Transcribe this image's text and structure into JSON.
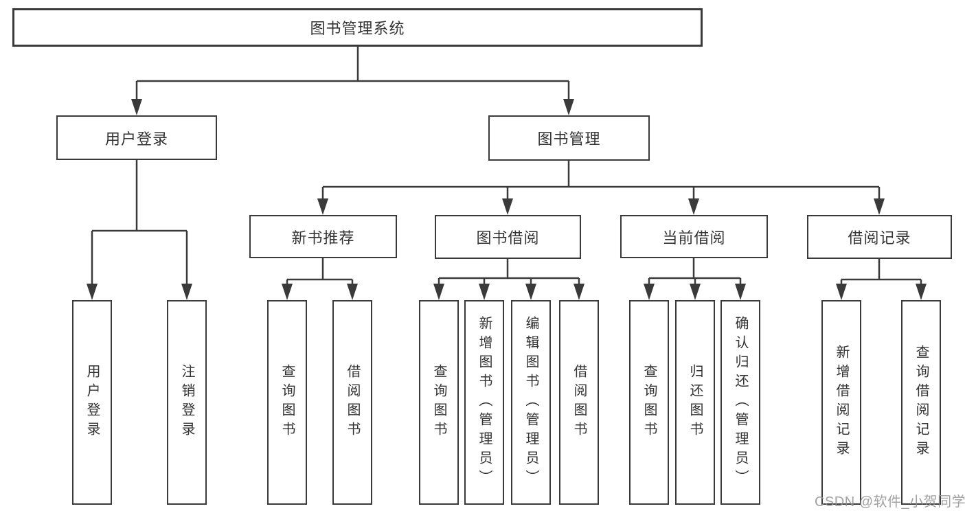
{
  "tree": {
    "label": "图书管理系统",
    "children": [
      {
        "label": "用户登录",
        "children": [
          {
            "label": "用户登录"
          },
          {
            "label": "注销登录"
          }
        ]
      },
      {
        "label": "图书管理",
        "children": [
          {
            "label": "新书推荐",
            "children": [
              {
                "label": "查询图书"
              },
              {
                "label": "借阅图书"
              }
            ]
          },
          {
            "label": "图书借阅",
            "children": [
              {
                "label": "查询图书"
              },
              {
                "label": "新增图书（管理员）"
              },
              {
                "label": "编辑图书（管理员）"
              },
              {
                "label": "借阅图书"
              }
            ]
          },
          {
            "label": "当前借阅",
            "children": [
              {
                "label": "查询图书"
              },
              {
                "label": "归还图书"
              },
              {
                "label": "确认归还（管理员）"
              }
            ]
          },
          {
            "label": "借阅记录",
            "children": [
              {
                "label": "新增借阅记录"
              },
              {
                "label": "查询借阅记录"
              }
            ]
          }
        ]
      }
    ]
  },
  "watermark": {
    "text": "CSDN @软件_小贺同学"
  },
  "colors": {
    "line": "#3a3a3a",
    "box_border": "#3a3a3a",
    "text": "#333333",
    "watermark": "#919191",
    "background": "#ffffff"
  }
}
